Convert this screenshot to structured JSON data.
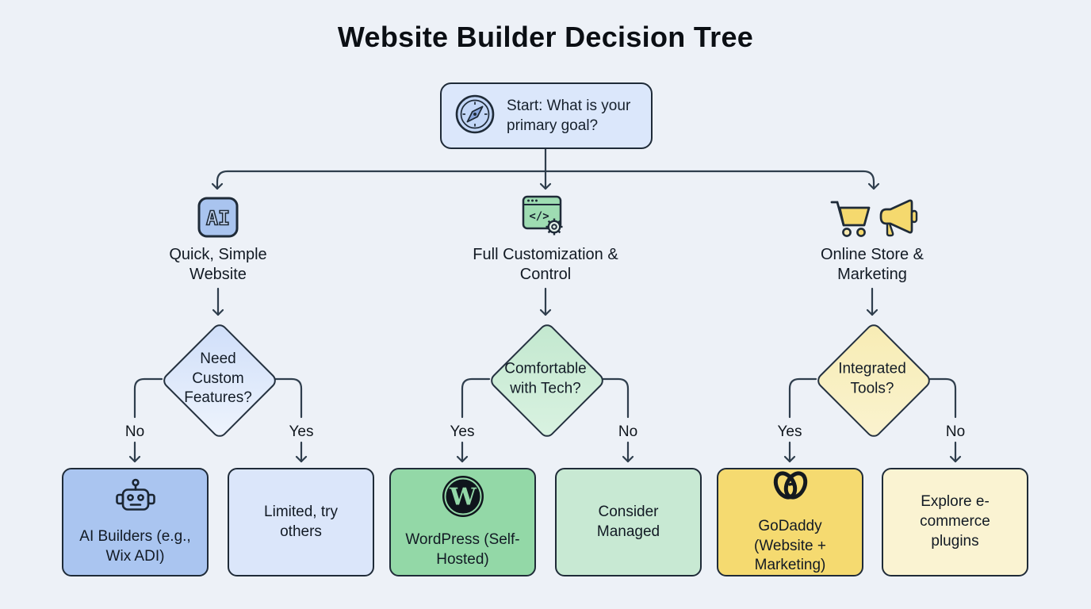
{
  "title": "Website Builder Decision Tree",
  "palette": {
    "background": "#edf1f7",
    "line": "#2f3e4d",
    "node_border": "#1f2b38",
    "start_fill": "#dbe7fb",
    "blue_strong": "#aac5f0",
    "blue_light": "#dbe6fa",
    "green_strong": "#93d8a7",
    "green_light": "#c8e9d3",
    "yellow_strong": "#f5da70",
    "yellow_light": "#faf3d2"
  },
  "start": {
    "icon": "compass-icon",
    "label": "Start: What is your primary goal?"
  },
  "branches": [
    {
      "id": "quick-simple-website",
      "icon": "ai-badge-icon",
      "label": "Quick, Simple Website",
      "question": "Need Custom Features?",
      "answers": {
        "left": "No",
        "right": "Yes"
      },
      "results": {
        "left": {
          "icon": "robot-icon",
          "label": "AI Builders (e.g., Wix ADI)"
        },
        "right": {
          "icon": "",
          "label": "Limited, try others"
        }
      }
    },
    {
      "id": "full-customization",
      "icon": "code-window-icon",
      "label": "Full Customization & Control",
      "question": "Comfortable with Tech?",
      "answers": {
        "left": "Yes",
        "right": "No"
      },
      "results": {
        "left": {
          "icon": "wordpress-icon",
          "label": "WordPress (Self-Hosted)"
        },
        "right": {
          "icon": "",
          "label": "Consider Managed"
        }
      }
    },
    {
      "id": "online-store-marketing",
      "icon": "cart-icon megaphone-icon",
      "label": "Online Store & Marketing",
      "question": "Integrated Tools?",
      "answers": {
        "left": "Yes",
        "right": "No"
      },
      "results": {
        "left": {
          "icon": "godaddy-icon",
          "label": "GoDaddy (Website + Marketing)"
        },
        "right": {
          "icon": "",
          "label": "Explore e-commerce plugins"
        }
      }
    }
  ]
}
